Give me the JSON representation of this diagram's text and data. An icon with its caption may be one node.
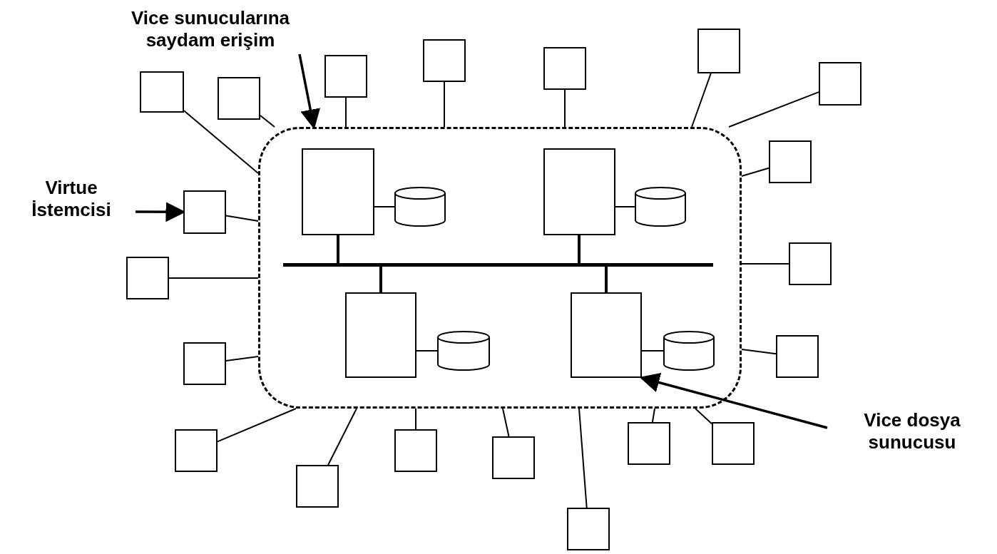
{
  "diagram": {
    "nodes": [
      {
        "text": [
          "Vice sunucularına saydam erişim"
        ]
      },
      {
        "text": [
          "Virtue İstemcisi"
        ]
      },
      {
        "text": [],
        "shape": "box"
      },
      {
        "text": [],
        "shape": "box",
        "in": 2
      },
      {
        "text": [],
        "shape": "cylinder",
        "in": 2
      },
      {
        "text": [],
        "shape": "box",
        "in": 2
      },
      {
        "text": [],
        "shape": "cylinder",
        "in": 2
      },
      {
        "text": [],
        "shape": "bar",
        "in": 2
      },
      {
        "text": [],
        "shape": "box",
        "in": 2
      },
      {
        "text": [],
        "shape": "cylinder",
        "in": 2
      },
      {
        "text": [],
        "shape": "box",
        "in": 2
      },
      {
        "text": [],
        "shape": "cylinder",
        "in": 2
      },
      {
        "text": [],
        "shape": "box"
      },
      {
        "text": [],
        "shape": "box"
      },
      {
        "text": [],
        "shape": "box"
      },
      {
        "text": [],
        "shape": "box"
      },
      {
        "text": [],
        "shape": "box"
      },
      {
        "text": [],
        "shape": "box"
      },
      {
        "text": [],
        "shape": "box"
      },
      {
        "text": [],
        "shape": "box"
      },
      {
        "text": [],
        "shape": "box"
      },
      {
        "text": [],
        "shape": "box"
      },
      {
        "text": [],
        "shape": "box"
      },
      {
        "text": [],
        "shape": "box"
      },
      {
        "text": [],
        "shape": "box"
      },
      {
        "text": [],
        "shape": "box"
      },
      {
        "text": [],
        "shape": "box"
      },
      {
        "text": [],
        "shape": "box"
      },
      {
        "text": [],
        "shape": "box"
      },
      {
        "text": [],
        "shape": "box"
      },
      {
        "text": [],
        "shape": "box"
      },
      {
        "text": [],
        "shape": "box"
      },
      {
        "text": [
          "Vice dosya sunucusu"
        ]
      }
    ],
    "edges": [
      {
        "from": 0,
        "to": 2,
        "arrow": "to"
      },
      {
        "from": 1,
        "to": 31,
        "arrow": "to"
      },
      {
        "from": 3,
        "to": 4,
        "arrow": "none"
      },
      {
        "from": 3,
        "to": 7,
        "arrow": "none"
      },
      {
        "from": 5,
        "to": 6,
        "arrow": "none"
      },
      {
        "from": 5,
        "to": 7,
        "arrow": "none"
      },
      {
        "from": 7,
        "to": 8,
        "arrow": "none"
      },
      {
        "from": 7,
        "to": 10,
        "arrow": "none"
      },
      {
        "from": 8,
        "to": 9,
        "arrow": "none"
      },
      {
        "from": 10,
        "to": 11,
        "arrow": "none"
      },
      {
        "from": 12,
        "to": 2,
        "arrow": "none"
      },
      {
        "from": 13,
        "to": 2,
        "arrow": "none"
      },
      {
        "from": 14,
        "to": 2,
        "arrow": "none"
      },
      {
        "from": 15,
        "to": 2,
        "arrow": "none"
      },
      {
        "from": 16,
        "to": 2,
        "arrow": "none"
      },
      {
        "from": 17,
        "to": 2,
        "arrow": "none"
      },
      {
        "from": 18,
        "to": 2,
        "arrow": "none"
      },
      {
        "from": 19,
        "to": 2,
        "arrow": "none"
      },
      {
        "from": 20,
        "to": 2,
        "arrow": "none"
      },
      {
        "from": 21,
        "to": 2,
        "arrow": "none"
      },
      {
        "from": 22,
        "to": 2,
        "arrow": "none"
      },
      {
        "from": 23,
        "to": 2,
        "arrow": "none"
      },
      {
        "from": 24,
        "to": 2,
        "arrow": "none"
      },
      {
        "from": 25,
        "to": 2,
        "arrow": "none"
      },
      {
        "from": 26,
        "to": 2,
        "arrow": "none"
      },
      {
        "from": 27,
        "to": 2,
        "arrow": "none"
      },
      {
        "from": 28,
        "to": 2,
        "arrow": "none"
      },
      {
        "from": 29,
        "to": 2,
        "arrow": "none"
      },
      {
        "from": 30,
        "to": 2,
        "arrow": "none"
      },
      {
        "from": 31,
        "to": 2,
        "arrow": "none"
      },
      {
        "from": 32,
        "to": 10,
        "arrow": "to"
      }
    ]
  }
}
